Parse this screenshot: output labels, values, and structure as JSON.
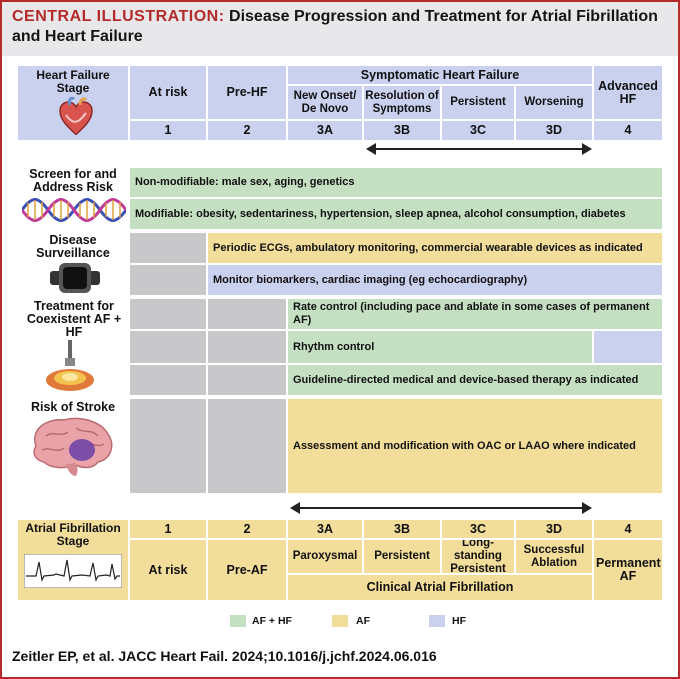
{
  "header": {
    "label": "CENTRAL ILLUSTRATION:",
    "title": "Disease Progression and Treatment for Atrial Fibrillation and Heart Failure"
  },
  "hf_stage": {
    "row_label": "Heart Failure Stage",
    "at_risk": "At risk",
    "pre_hf": "Pre-HF",
    "symptomatic": "Symptomatic Heart Failure",
    "new_onset": "New Onset/ De Novo",
    "resolution": "Resolution of Symptoms",
    "persistent": "Persistent",
    "worsening": "Worsening",
    "advanced": "Advanced HF",
    "numbers": [
      "1",
      "2",
      "3A",
      "3B",
      "3C",
      "3D",
      "4"
    ]
  },
  "screen": {
    "row_label": "Screen for and Address Risk",
    "nonmodifiable": "Non-modifiable: male sex, aging, genetics",
    "modifiable": "Modifiable: obesity, sedentariness, hypertension, sleep apnea, alcohol consumption, diabetes"
  },
  "surveillance": {
    "row_label": "Disease Surveillance",
    "ecg": "Periodic ECGs, ambulatory monitoring, commercial wearable devices as indicated",
    "biomarkers": "Monitor biomarkers, cardiac imaging (eg echocardiography)"
  },
  "treatment": {
    "row_label": "Treatment for Coexistent AF + HF",
    "rate": "Rate control (including pace and ablate in some cases of permanent AF)",
    "rhythm": "Rhythm control",
    "gdmt": "Guideline-directed medical and device-based therapy as indicated"
  },
  "stroke": {
    "row_label": "Risk of Stroke",
    "oac": "Assessment and modification with OAC or LAAO where indicated"
  },
  "af_stage": {
    "row_label": "Atrial Fibrillation Stage",
    "numbers": [
      "1",
      "2",
      "3A",
      "3B",
      "3C",
      "3D",
      "4"
    ],
    "at_risk": "At risk",
    "pre_af": "Pre-AF",
    "paroxysmal": "Paroxysmal",
    "persistent": "Persistent",
    "longstanding": "Long- standing Persistent",
    "ablation": "Successful Ablation",
    "permanent": "Permanent AF",
    "clinical": "Clinical Atrial Fibrillation"
  },
  "legend": {
    "both": "AF + HF",
    "af": "AF",
    "hf": "HF"
  },
  "colors": {
    "both": "#c4dfc2",
    "af": "#f2dd9a",
    "hf": "#c9d1ee",
    "gray": "#c8c8ca",
    "accent": "#b52a2a"
  },
  "citation": "Zeitler EP, et al. JACC Heart Fail. 2024;10.1016/j.jchf.2024.06.016"
}
